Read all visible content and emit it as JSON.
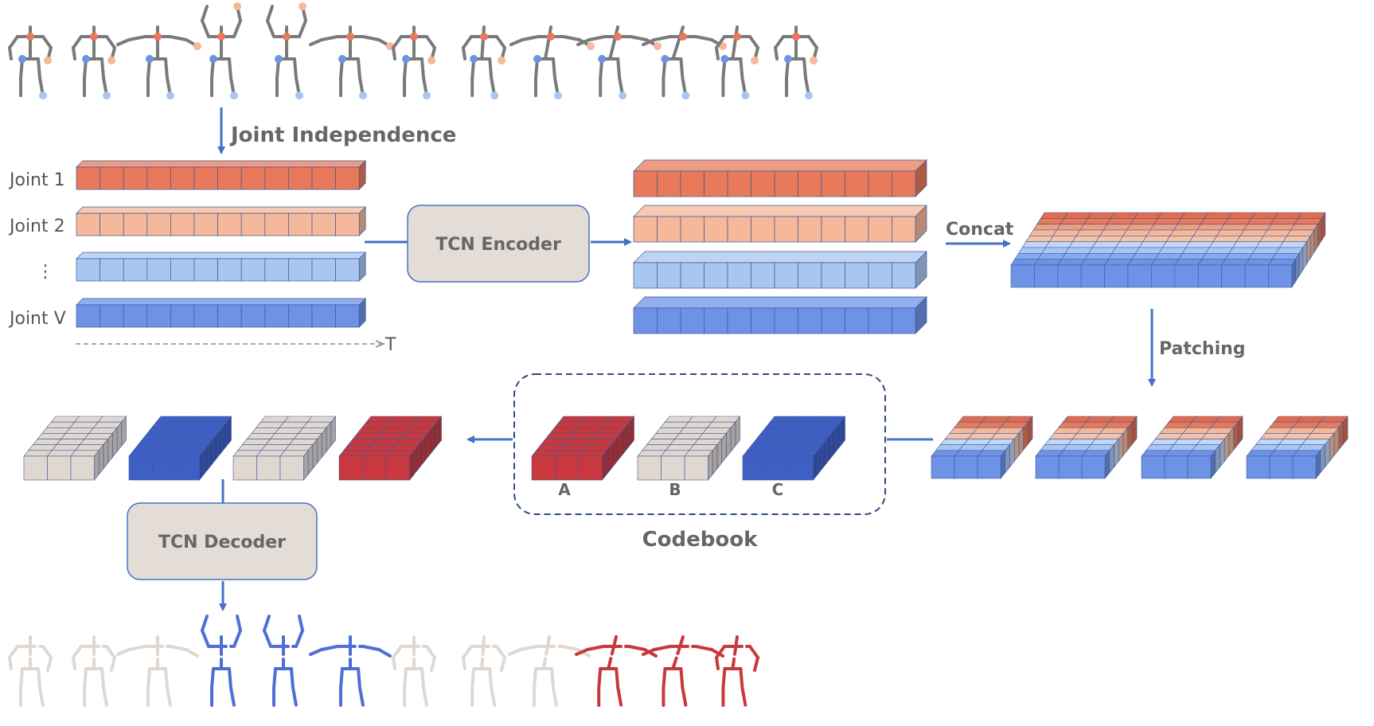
{
  "labels": {
    "joint_independence": "Joint Independence",
    "joint_1": "Joint 1",
    "joint_2": "Joint 2",
    "ellipsis": "⋮",
    "joint_v": "Joint V",
    "time_axis": "T",
    "tcn_encoder": "TCN Encoder",
    "concat": "Concat",
    "patching": "Patching",
    "codebook": "Codebook",
    "code_a": "A",
    "code_b": "B",
    "code_c": "C",
    "tcn_decoder": "TCN Decoder"
  },
  "colors": {
    "joint_dark_orange": "#e8795a",
    "joint_light_orange": "#f5b89a",
    "joint_light_blue": "#a9c6f2",
    "joint_blue": "#6e93e6",
    "code_red": "#c8383c",
    "code_beige": "#e0d7d0",
    "code_blue": "#3f5fc4",
    "arrow": "#4472c4",
    "box_fill": "#e4dcd6",
    "box_stroke": "#4472c4",
    "skeleton_grey": "#7a7a7a"
  },
  "input_pose_count": 13,
  "decoded_pose_codes": [
    "B",
    "B",
    "B",
    "C",
    "C",
    "C",
    "B",
    "B",
    "B",
    "A",
    "A",
    "A"
  ],
  "decoded_codes_sequence": [
    "B",
    "C",
    "B",
    "A"
  ]
}
